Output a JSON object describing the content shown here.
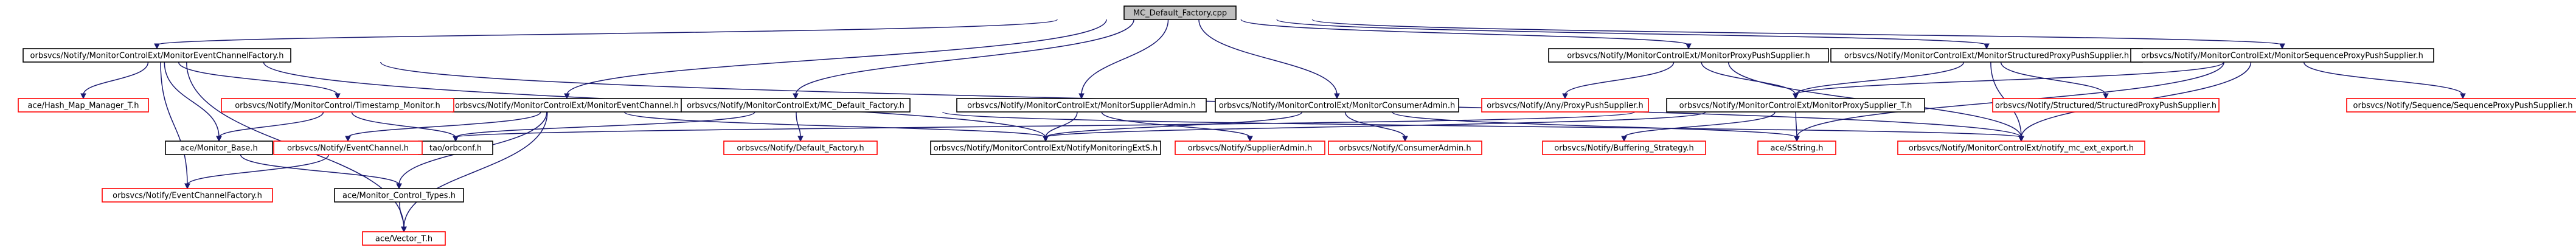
{
  "diagram": {
    "nodes": {
      "root": {
        "label": "MC_Default_Factory.cpp",
        "style": "root"
      },
      "mecf": {
        "label": "orbsvcs/Notify/MonitorControlExt/MonitorEventChannelFactory.h",
        "style": "normal"
      },
      "mec": {
        "label": "orbsvcs/Notify/MonitorControlExt/MonitorEventChannel.h",
        "style": "normal"
      },
      "mcdf": {
        "label": "orbsvcs/Notify/MonitorControlExt/MC_Default_Factory.h",
        "style": "normal"
      },
      "msa": {
        "label": "orbsvcs/Notify/MonitorControlExt/MonitorSupplierAdmin.h",
        "style": "normal"
      },
      "mca": {
        "label": "orbsvcs/Notify/MonitorControlExt/MonitorConsumerAdmin.h",
        "style": "normal"
      },
      "mpps": {
        "label": "orbsvcs/Notify/MonitorControlExt/MonitorProxyPushSupplier.h",
        "style": "normal"
      },
      "msps": {
        "label": "orbsvcs/Notify/MonitorControlExt/MonitorStructuredProxyPushSupplier.h",
        "style": "normal"
      },
      "mseq": {
        "label": "orbsvcs/Notify/MonitorControlExt/MonitorSequenceProxyPushSupplier.h",
        "style": "normal"
      },
      "hash": {
        "label": "ace/Hash_Map_Manager_T.h",
        "style": "missing"
      },
      "ts": {
        "label": "orbsvcs/Notify/MonitorControl/Timestamp_Monitor.h",
        "style": "missing"
      },
      "mbase": {
        "label": "ace/Monitor_Base.h",
        "style": "normal"
      },
      "tao": {
        "label": "tao/orbconf.h",
        "style": "normal"
      },
      "ec": {
        "label": "orbsvcs/Notify/EventChannel.h",
        "style": "missing"
      },
      "ecf": {
        "label": "orbsvcs/Notify/EventChannelFactory.h",
        "style": "missing"
      },
      "mct": {
        "label": "ace/Monitor_Control_Types.h",
        "style": "normal"
      },
      "vec": {
        "label": "ace/Vector_T.h",
        "style": "missing"
      },
      "ndf": {
        "label": "orbsvcs/Notify/Default_Factory.h",
        "style": "missing"
      },
      "nmex": {
        "label": "orbsvcs/Notify/MonitorControlExt/NotifyMonitoringExtS.h",
        "style": "normal"
      },
      "sa": {
        "label": "orbsvcs/Notify/SupplierAdmin.h",
        "style": "missing"
      },
      "ca": {
        "label": "orbsvcs/Notify/ConsumerAdmin.h",
        "style": "missing"
      },
      "any": {
        "label": "orbsvcs/Notify/Any/ProxyPushSupplier.h",
        "style": "missing"
      },
      "mpst": {
        "label": "orbsvcs/Notify/MonitorControlExt/MonitorProxySupplier_T.h",
        "style": "normal"
      },
      "buf": {
        "label": "orbsvcs/Notify/Buffering_Strategy.h",
        "style": "missing"
      },
      "sstr": {
        "label": "ace/SString.h",
        "style": "missing"
      },
      "nme": {
        "label": "orbsvcs/Notify/MonitorControlExt/notify_mc_ext_export.h",
        "style": "missing"
      },
      "sps": {
        "label": "orbsvcs/Notify/Structured/StructuredProxyPushSupplier.h",
        "style": "missing"
      },
      "seq": {
        "label": "orbsvcs/Notify/Sequence/SequenceProxyPushSupplier.h",
        "style": "missing"
      }
    },
    "edges": [
      [
        "root",
        "mecf"
      ],
      [
        "root",
        "mec"
      ],
      [
        "root",
        "mcdf"
      ],
      [
        "root",
        "msa"
      ],
      [
        "root",
        "mca"
      ],
      [
        "root",
        "mpps"
      ],
      [
        "root",
        "msps"
      ],
      [
        "root",
        "mseq"
      ],
      [
        "mecf",
        "hash"
      ],
      [
        "mecf",
        "ts"
      ],
      [
        "mecf",
        "mbase"
      ],
      [
        "mecf",
        "ecf"
      ],
      [
        "mecf",
        "vec"
      ],
      [
        "mecf",
        "nmex"
      ],
      [
        "mecf",
        "nme"
      ],
      [
        "ts",
        "mbase"
      ],
      [
        "ts",
        "tao"
      ],
      [
        "mbase",
        "mct"
      ],
      [
        "ec",
        "ecf"
      ],
      [
        "mct",
        "vec"
      ],
      [
        "mec",
        "ec"
      ],
      [
        "mec",
        "mct"
      ],
      [
        "mec",
        "vec"
      ],
      [
        "mec",
        "nmex"
      ],
      [
        "mcdf",
        "ndf"
      ],
      [
        "mcdf",
        "tao"
      ],
      [
        "mcdf",
        "nme"
      ],
      [
        "msa",
        "sa"
      ],
      [
        "msa",
        "nmex"
      ],
      [
        "mca",
        "ca"
      ],
      [
        "mca",
        "nmex"
      ],
      [
        "mca",
        "sstr"
      ],
      [
        "mpps",
        "any"
      ],
      [
        "mpps",
        "mpst"
      ],
      [
        "mpps",
        "nme"
      ],
      [
        "msps",
        "sps"
      ],
      [
        "msps",
        "mpst"
      ],
      [
        "msps",
        "nme"
      ],
      [
        "mseq",
        "seq"
      ],
      [
        "mseq",
        "mpst"
      ],
      [
        "mseq",
        "sstr"
      ],
      [
        "mseq",
        "nme"
      ],
      [
        "mpst",
        "buf"
      ],
      [
        "mpst",
        "sstr"
      ],
      [
        "mpst",
        "tao"
      ],
      [
        "mpst",
        "nmex"
      ]
    ],
    "colors": {
      "root_fill": "#bfbfbf",
      "normal_border": "#000000",
      "missing_border": "#ff0000",
      "edge": "#191970",
      "text": "#000000"
    }
  }
}
